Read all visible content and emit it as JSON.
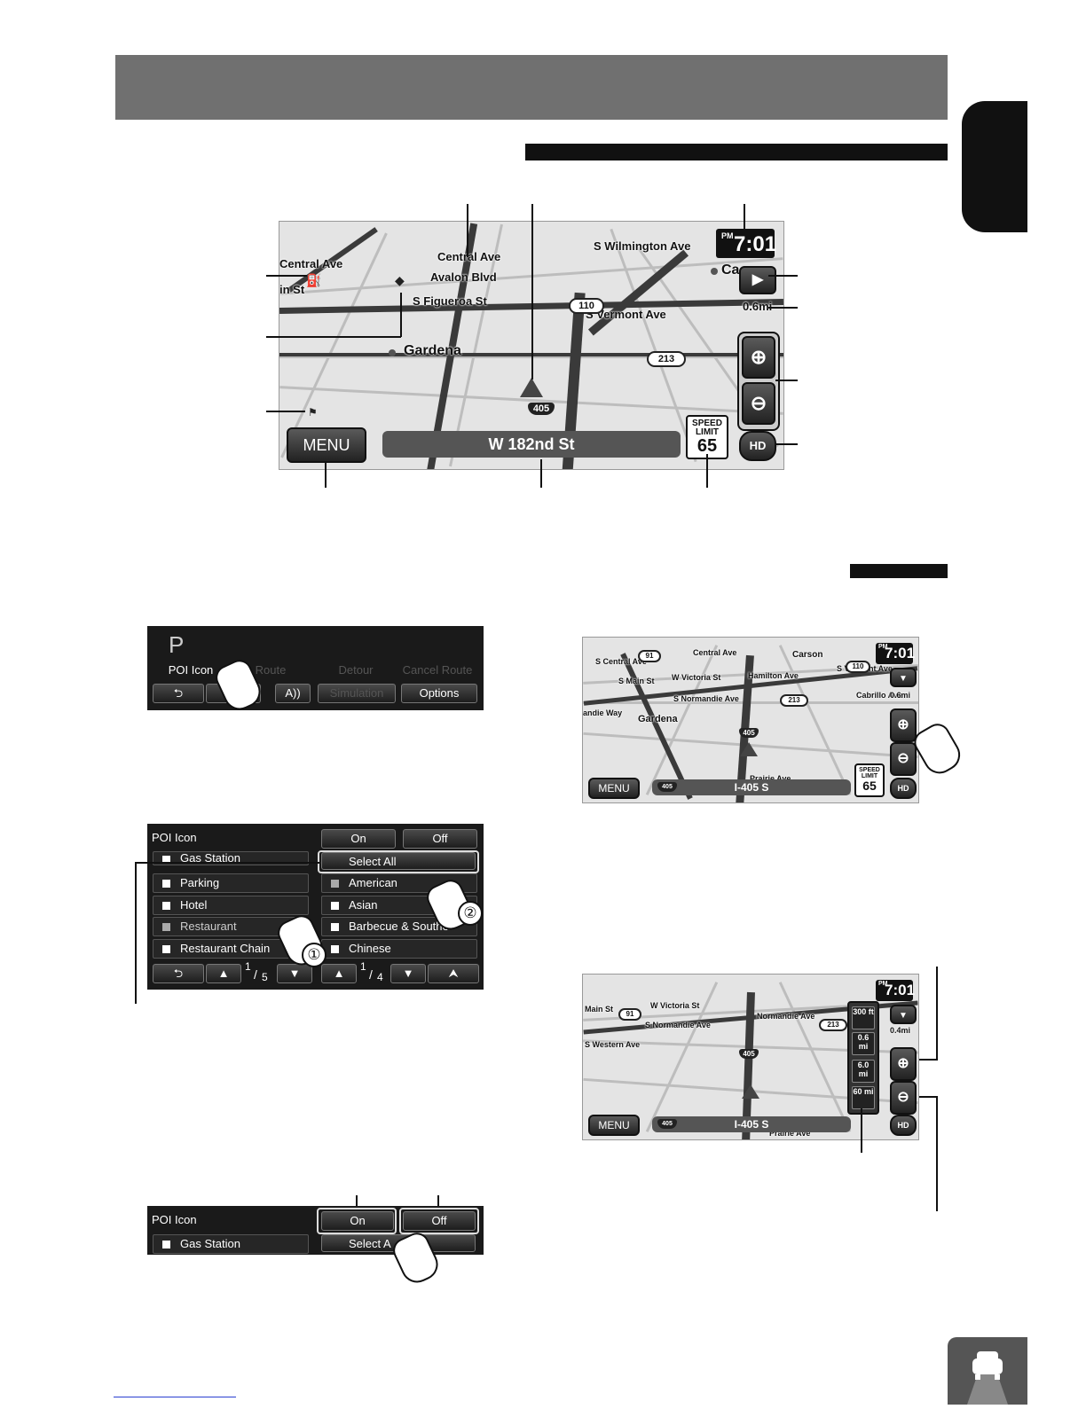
{
  "map1": {
    "clock_ampm": "PM",
    "clock_time": "7:01",
    "distance": "0.6mi",
    "street": "W 182nd St",
    "speed_limit_label": "SPEED LIMIT",
    "speed_limit_value": "65",
    "menu_label": "MENU",
    "labels": {
      "central_ave": "Central Ave",
      "central_ave_left": "Central Ave",
      "in_st": "in St",
      "avalon_blvd": "Avalon Blvd",
      "s_figueroa_st": "S Figueroa St",
      "s_wilmington_ave": "S Wilmington Ave",
      "s_vermont_ave": "S Vermont Ave",
      "gardena": "Gardena",
      "ca": "Ca"
    },
    "shields": {
      "i110": "110",
      "r213": "213",
      "i405": "405"
    }
  },
  "poi_menu": {
    "items": [
      "POI Icon",
      "Route",
      "Detour",
      "Cancel Route"
    ],
    "bottom": [
      "Simulation",
      "Options"
    ]
  },
  "poi_list": {
    "title": "POI Icon",
    "on": "On",
    "off": "Off",
    "left_items": [
      {
        "label": "Gas Station",
        "checked": false
      },
      {
        "label": "Parking",
        "checked": false
      },
      {
        "label": "Hotel",
        "checked": false
      },
      {
        "label": "Restaurant",
        "checked": true
      },
      {
        "label": "Restaurant Chain",
        "checked": false
      }
    ],
    "select_all": "Select All",
    "right_items": [
      {
        "label": "American",
        "checked": true
      },
      {
        "label": "Asian",
        "checked": false
      },
      {
        "label": "Barbecue & Southe",
        "checked": false
      },
      {
        "label": "Chinese",
        "checked": false
      }
    ],
    "page_left_num": "1",
    "page_left_den": "5",
    "page_right_num": "1",
    "page_right_den": "4",
    "step1": "①",
    "step2": "②"
  },
  "poi_small": {
    "title": "POI Icon",
    "on": "On",
    "off": "Off",
    "item": "Gas Station",
    "select": "Select A"
  },
  "map2": {
    "clock_ampm": "PM",
    "clock_time": "7:01",
    "menu_label": "MENU",
    "route": "I-405 S",
    "shield_405": "405",
    "speed_limit_label": "SPEED LIMIT",
    "speed_limit_value": "65",
    "distance": "0.6mi",
    "labels": {
      "central_ave": "Central Ave",
      "carson": "Carson",
      "s_central_ave": "S Central Ave",
      "s_main_st": "S Main St",
      "w_victoria_st": "W Victoria St",
      "hamilton_ave": "Hamilton Ave",
      "s_normandie_ave": "S Normandie Ave",
      "andie_way": "andie Way",
      "gardena": "Gardena",
      "cabrillo_ave": "Cabrillo Ave",
      "prairie_ave": "Prairie Ave",
      "s_vermont": "S Vermont Ave"
    },
    "shields": {
      "r91": "91",
      "i110": "110",
      "r213": "213",
      "i405": "405"
    }
  },
  "map3": {
    "clock_ampm": "PM",
    "clock_time": "7:01",
    "menu_label": "MENU",
    "route": "I-405 S",
    "shield_405": "405",
    "distance": "0.4mi",
    "scales": [
      "300 ft",
      "0.6 mi",
      "6.0 mi",
      "60 mi"
    ],
    "labels": {
      "main_st": "Main St",
      "w_victoria_st": "W Victoria St",
      "s_normandie_ave": "S Normandie Ave",
      "normandie_ave": "Normandie Ave",
      "s_western_ave": "S Western Ave",
      "prairie_ave": "Prairie Ave"
    },
    "shields": {
      "r91": "91",
      "r213": "213",
      "i405": "405"
    }
  }
}
